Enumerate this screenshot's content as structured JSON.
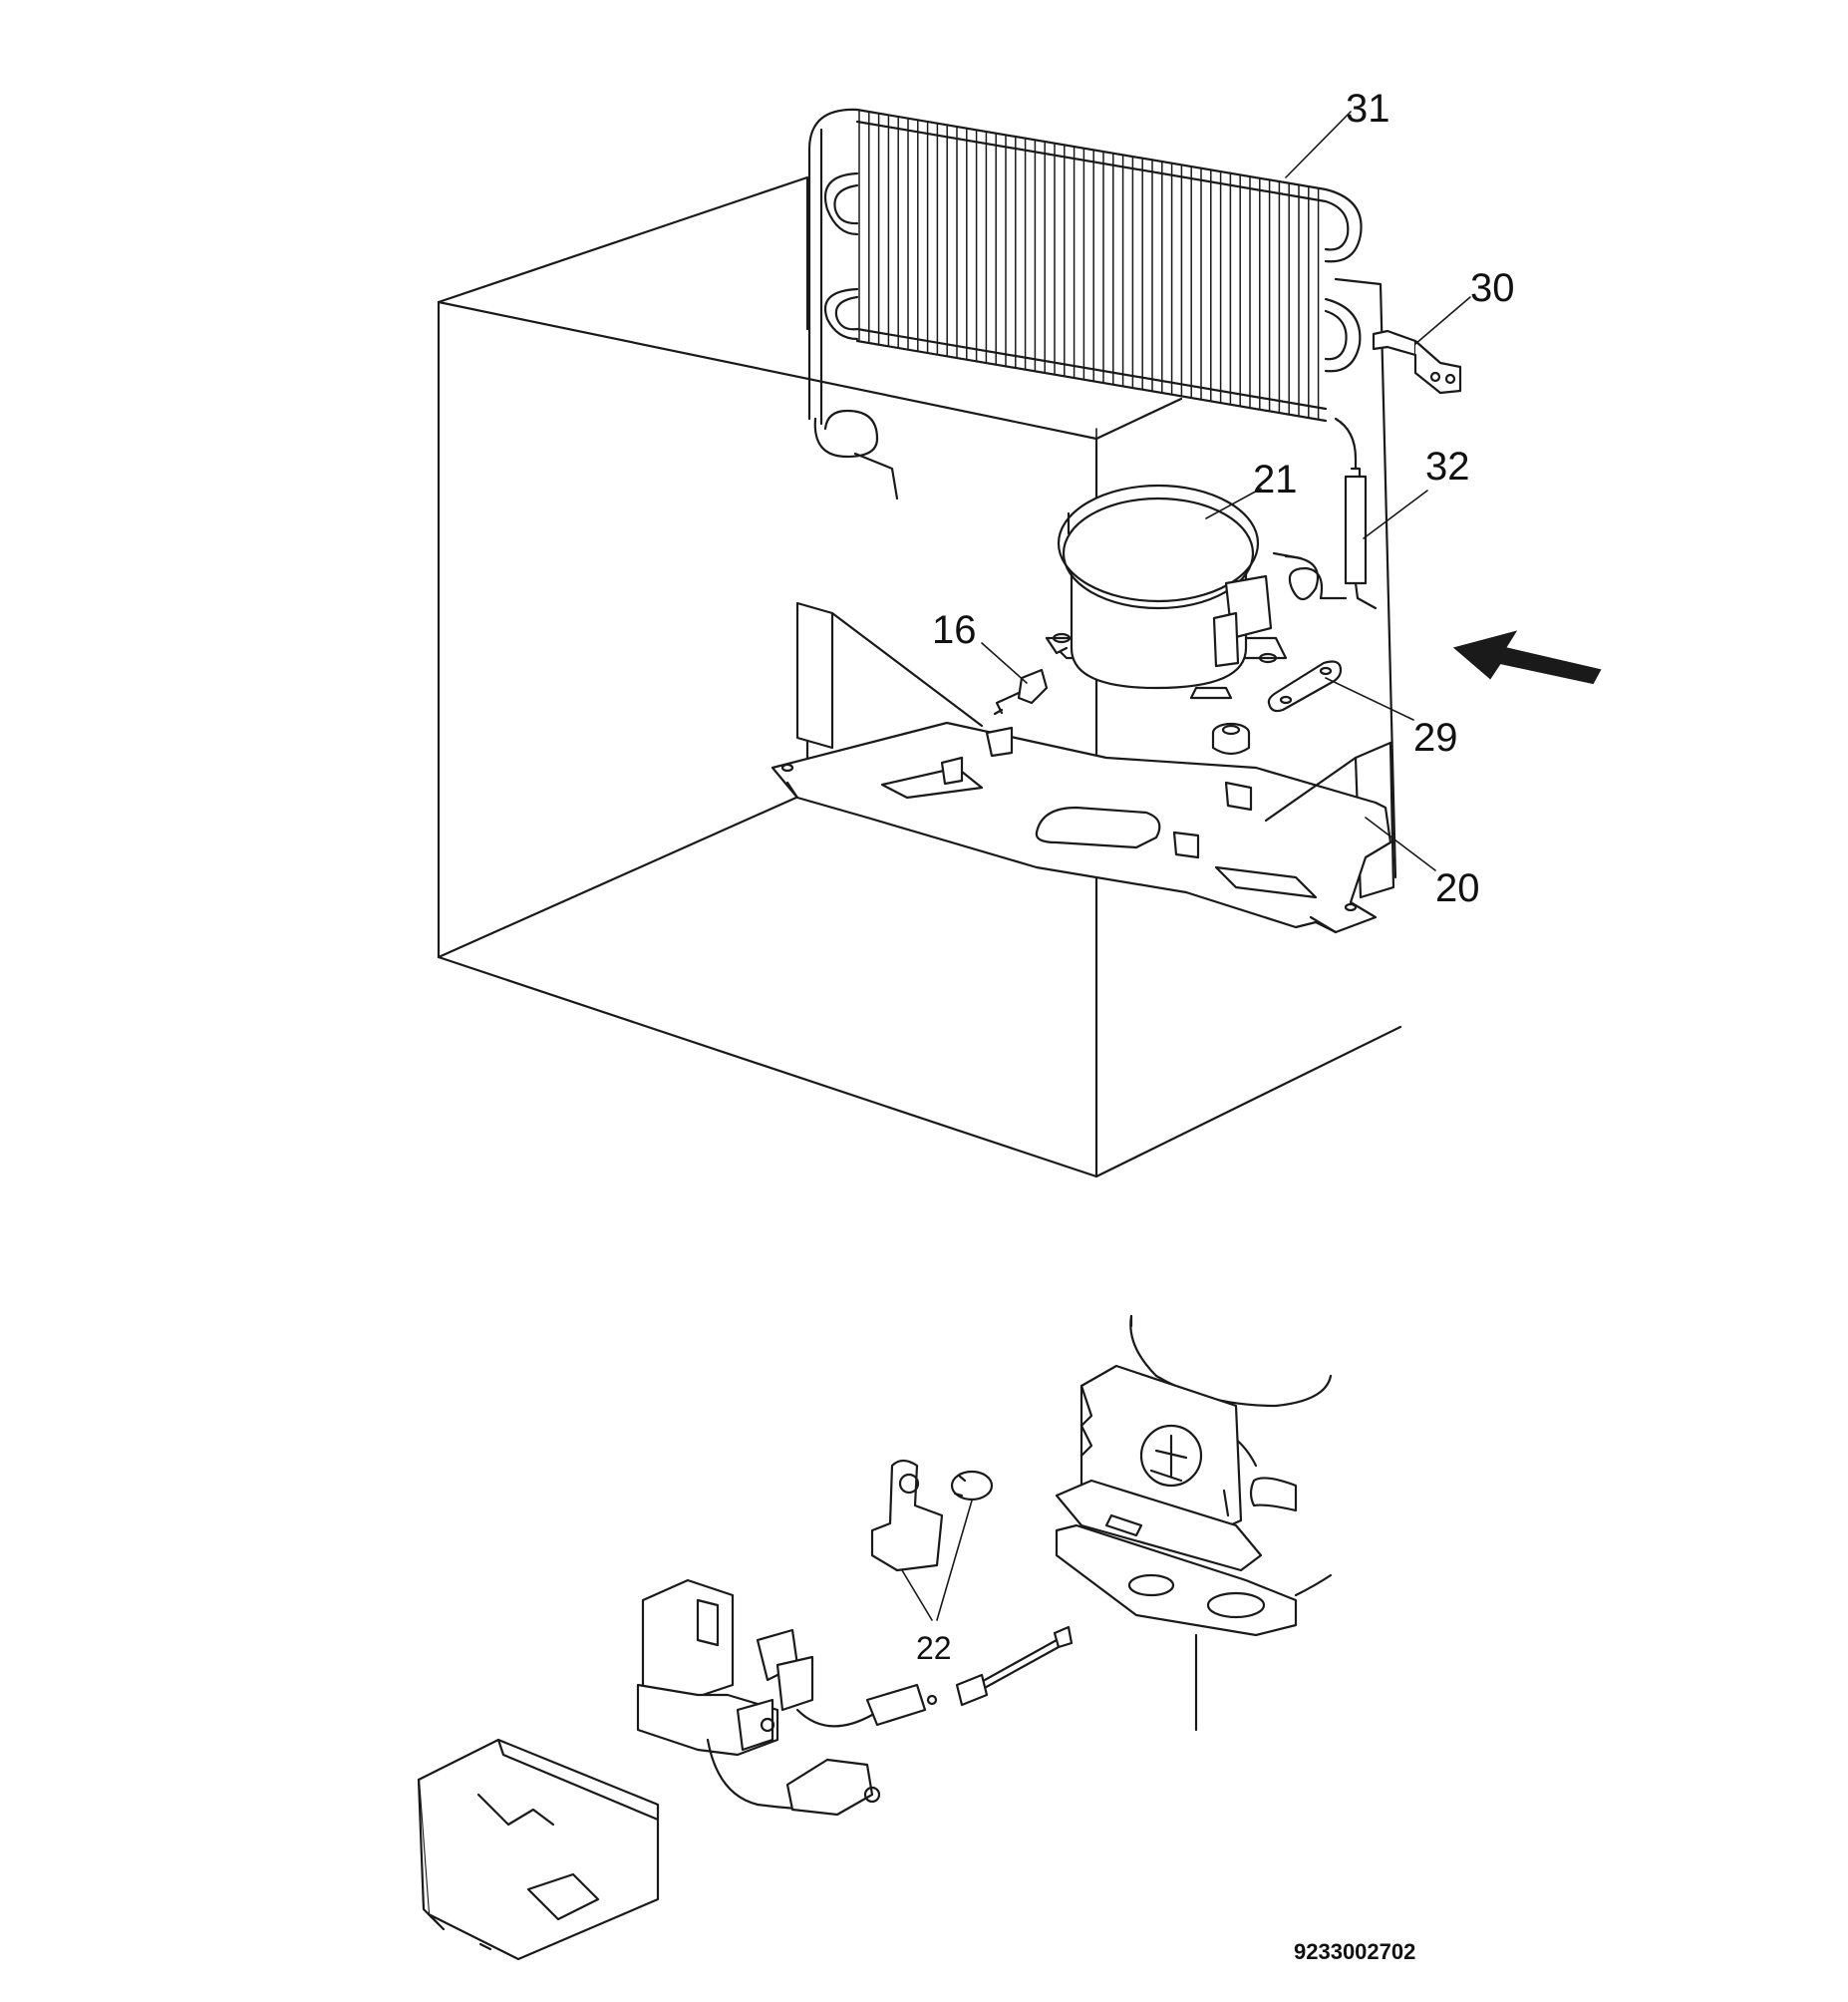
{
  "callouts": [
    "31",
    "30",
    "21",
    "32",
    "16",
    "29",
    "20",
    "22"
  ],
  "drawing_number": "9233002702",
  "colors": {
    "line": "#1a1a1a",
    "background": "#ffffff"
  }
}
